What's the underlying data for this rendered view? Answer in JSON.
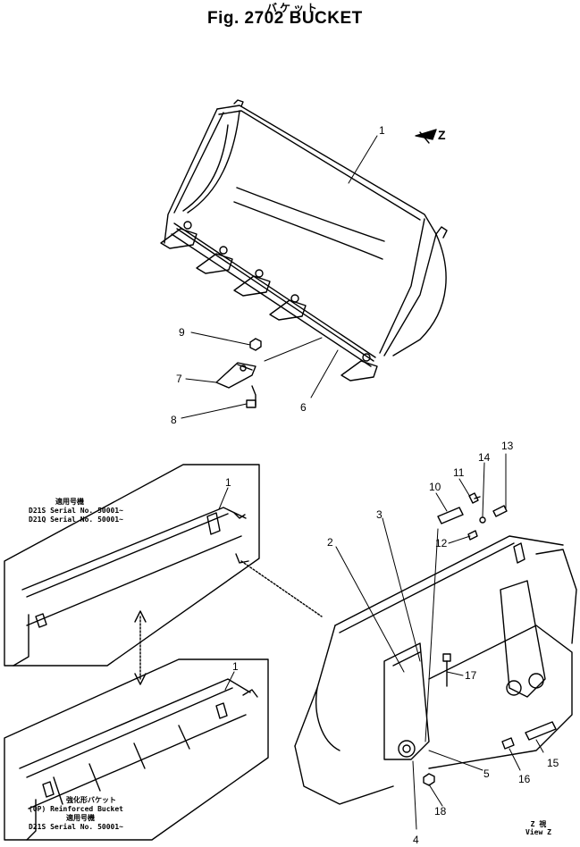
{
  "title_jp": "バケット",
  "title": "Fig. 2702  BUCKET",
  "view_arrow_label": "Z",
  "callouts": [
    "1",
    "9",
    "7",
    "8",
    "6",
    "13",
    "14",
    "11",
    "10",
    "3",
    "2",
    "12",
    "17",
    "15",
    "16",
    "5",
    "18",
    "4",
    "1",
    "1"
  ],
  "note_standard": {
    "line1": "適用号機",
    "line2": "D21S  Serial  No. 50001~",
    "line3": "D21Q  Serial  No. 50001~"
  },
  "note_reinforced": {
    "line1": "強化形バケット",
    "line2": "(OP)  Reinforced  Bucket",
    "line3": "適用号機",
    "line4": "D21S  Serial  No. 50001~"
  },
  "view_z": {
    "line1": "Z 視",
    "line2": "View  Z"
  }
}
